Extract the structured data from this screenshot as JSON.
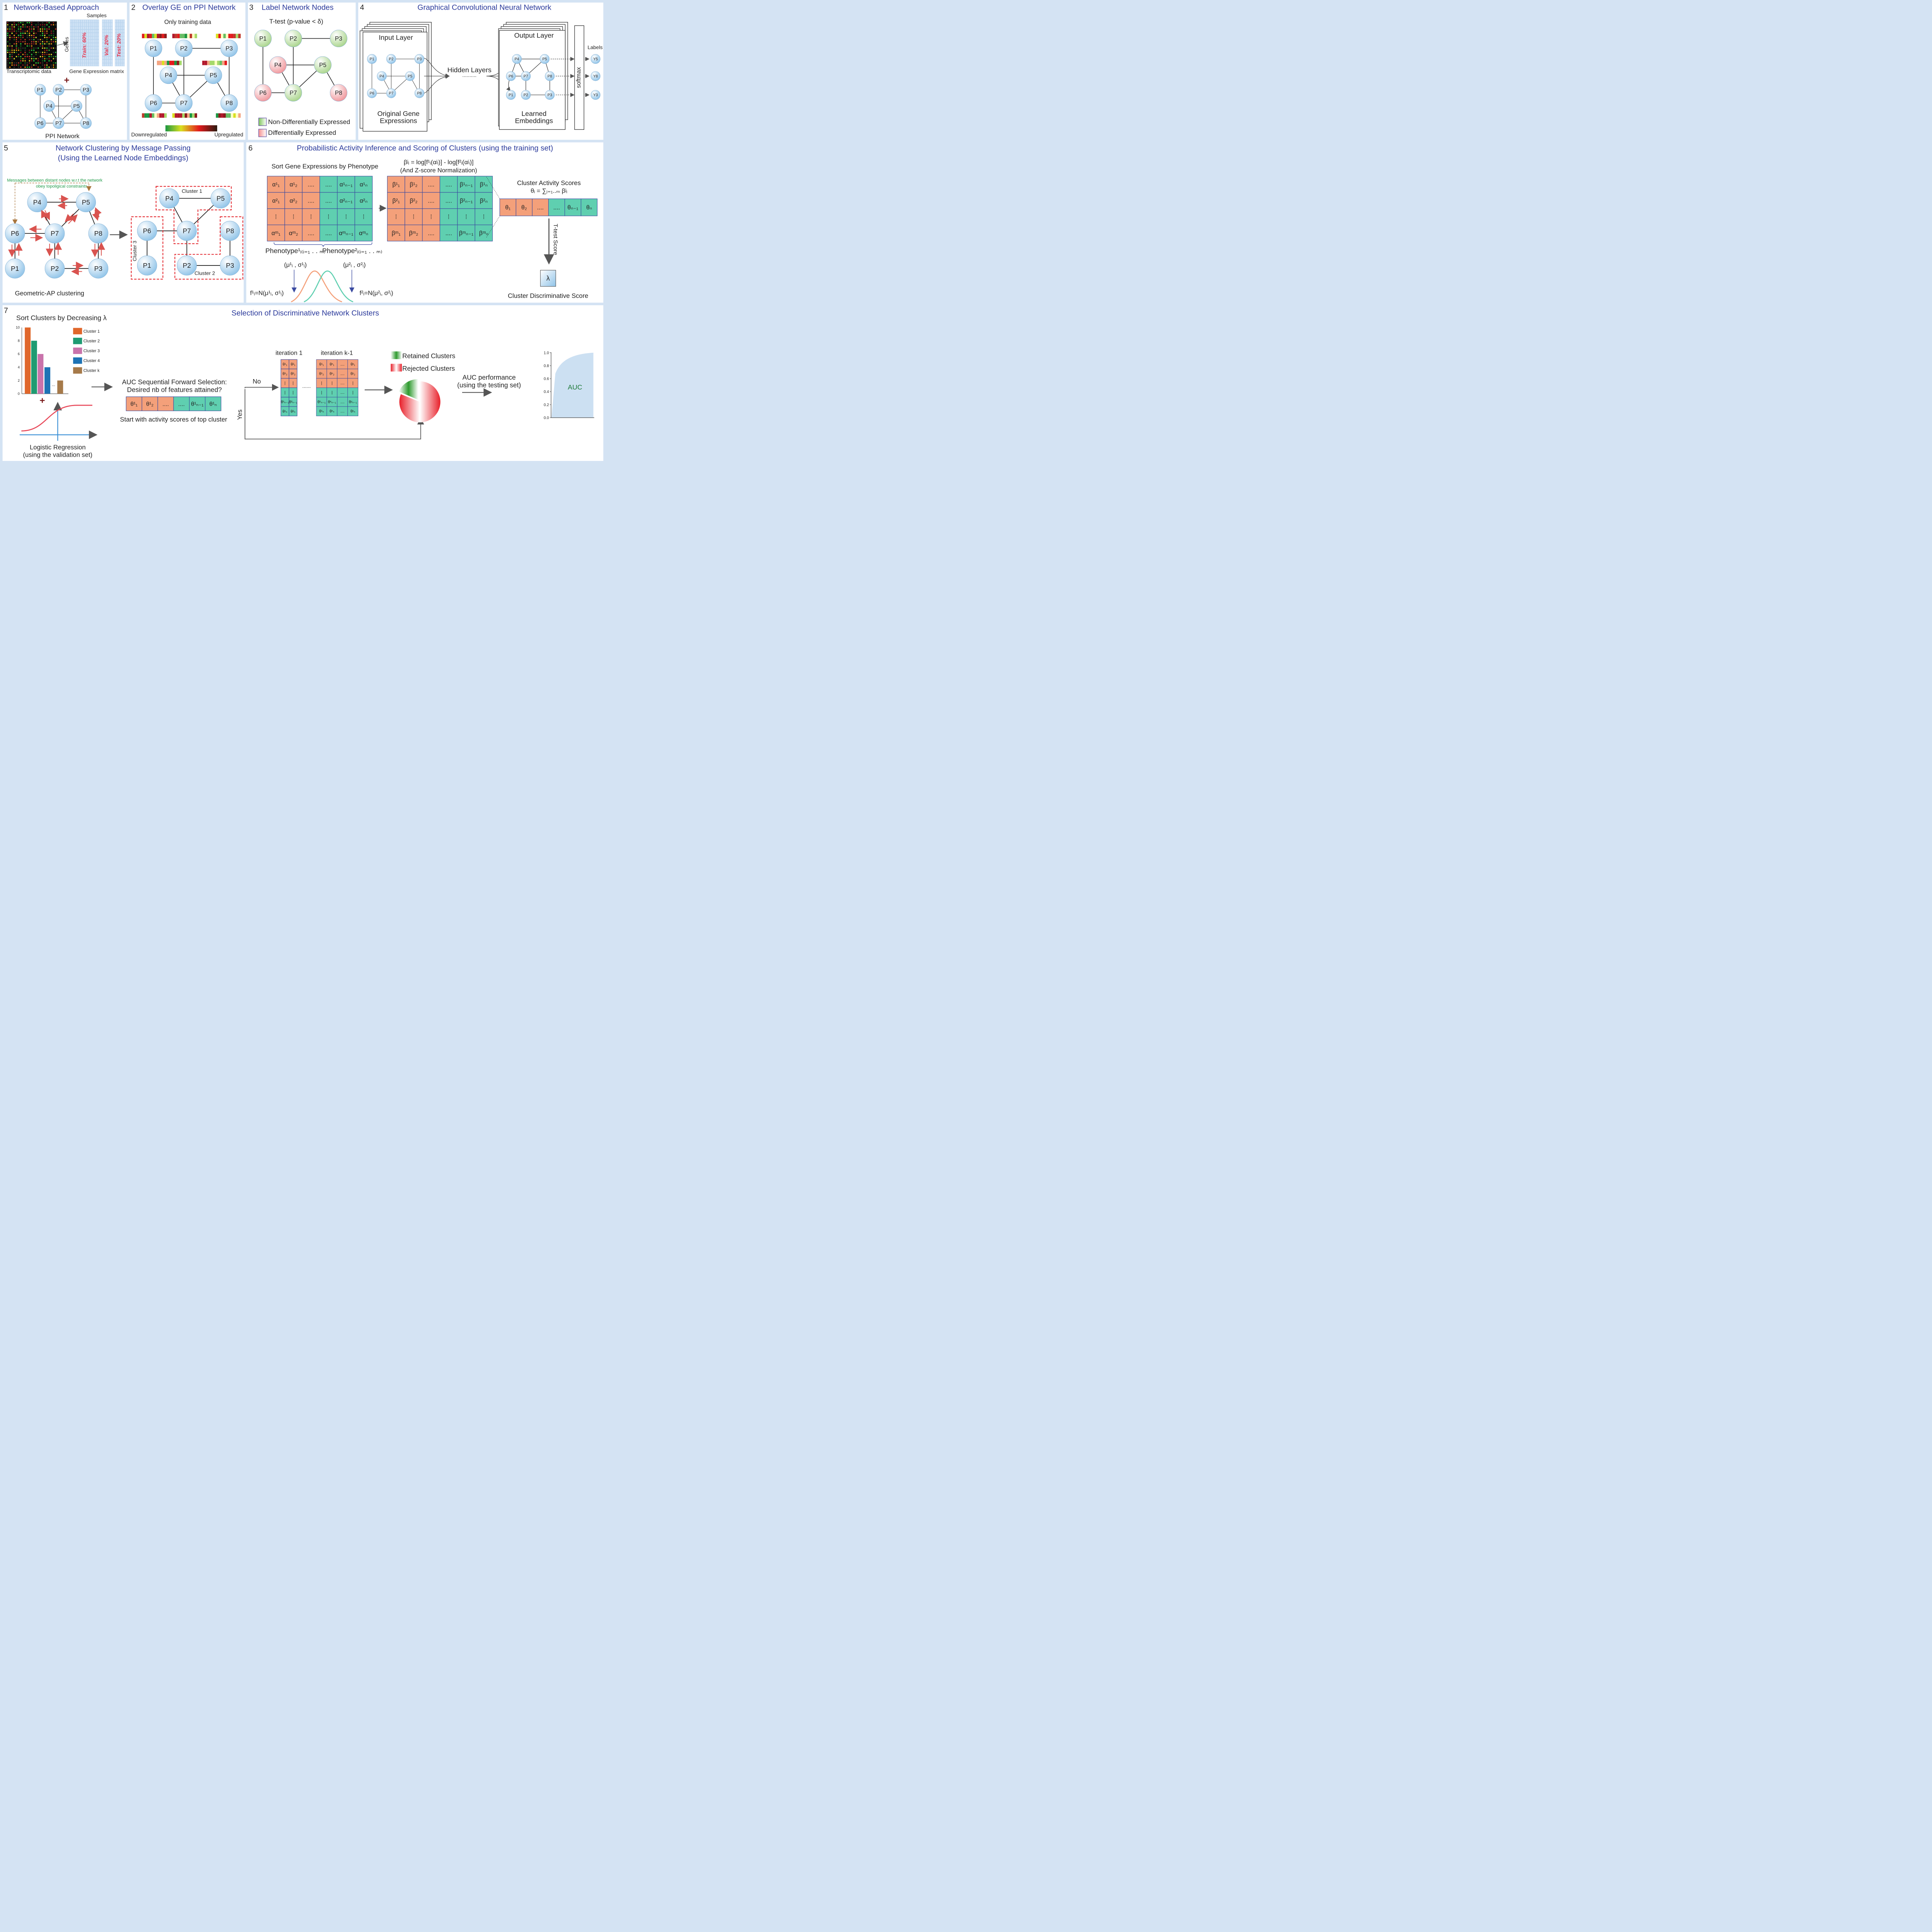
{
  "colors": {
    "background": "#d4e3f3",
    "panel": "#ffffff",
    "title_blue": "#2b3a9b",
    "orange": "#f4a07a",
    "teal": "#5fcfb0",
    "arrow_red": "#d9534f",
    "node_fill": "#a9d1ee",
    "dashed_red": "#e21d24",
    "green_text": "#1f9a48"
  },
  "panels": {
    "p1": {
      "number": "1",
      "title": "Network-Based Approach",
      "samples": "Samples",
      "genes": "Genes",
      "train": "Train: 60%",
      "val": "Val: 20%",
      "test": "Test: 20%",
      "transcriptomic": "Transcriptomic data",
      "matrix": "Gene Expression matrix",
      "plus": "+",
      "network": "PPI Network"
    },
    "p2": {
      "number": "2",
      "title": "Overlay GE on PPI Network",
      "subtitle": "Only training data",
      "down": "Downregulated",
      "up": "Upregulated"
    },
    "p3": {
      "number": "3",
      "title": "Label Network Nodes",
      "subtitle": "T-test (p-value < δ)",
      "legend_non": "Non-Differentially Expressed",
      "legend_diff": "Differentially Expressed"
    },
    "p4": {
      "number": "4",
      "title": "Graphical Convolutional Neural Network",
      "input": "Input Layer",
      "output": "Output Layer",
      "hidden": "Hidden Layers",
      "dots": "..........",
      "original1": "Original Gene",
      "original2": "Expressions",
      "learned1": "Learned",
      "learned2": "Embeddings",
      "softmax": "softmax",
      "labels": "Labels",
      "y5": "Y5",
      "y8": "Y8",
      "y3": "Y3"
    },
    "p5": {
      "number": "5",
      "title1": "Network Clustering by Message Passing",
      "title2": "(Using the Learned Node Embeddings)",
      "msg1": "Messages between distant nodes w.r.t the network",
      "msg2": "obey topoligical constraints",
      "cluster1": "Cluster 1",
      "cluster2": "Cluster 2",
      "cluster3": "Cluster 3",
      "caption": "Geometric-AP clustering"
    },
    "p6": {
      "number": "6",
      "title": "Probabilistic Activity Inference and Scoring of Clusters (using the training set)",
      "sort": "Sort Gene Expressions by Phenotype",
      "beta_formula": "βʲᵢ = log[f¹ᵢ(αʲᵢ)] - log[f²ᵢ(αʲᵢ)]",
      "znorm": "(And Z-score Normalization)",
      "activity": "Cluster Activity Scores",
      "theta_formula": "θᵢ = ∑ⱼ₌₁..ₘ βʲᵢ",
      "pheno1": "Phenotype¹ᵢ₍ᵢ₌₁ . . ₘ₎",
      "pheno2": "Phenotype²ᵢ₍ᵢ₌₁ . . ₘ₎",
      "mu1": "(μ¹ᵢ , σ¹ᵢ)",
      "mu2": "(μ²ᵢ , σ²ᵢ)",
      "f1": "f¹ᵢ=N(μ¹ᵢ, σ¹ᵢ)",
      "f2": "f²ᵢ=N(μ²ᵢ, σ²ᵢ)",
      "ttest": "T-test Score",
      "lambda": "λ",
      "discrim": "Cluster Discriminative Score"
    },
    "p7": {
      "number": "7",
      "title": "Selection of Discriminative Network Clusters",
      "sort": "Sort Clusters by Decreasing λ",
      "legend": [
        "Cluster 1",
        "Cluster 2",
        "Cluster 3",
        "Cluster 4",
        "Cluster k"
      ],
      "bar_dots": "...",
      "plus": "+",
      "logreg1": "Logistic Regression",
      "logreg2": "(using the validation set)",
      "auc_sfs1": "AUC Sequential Forward Selection:",
      "auc_sfs2": "Desired nb of features attained?",
      "start": "Start with activity scores of top cluster",
      "no": "No",
      "yes": "Yes",
      "iter1": "iteration 1",
      "iterk": "iteration k-1",
      "retained": "Retained Clusters",
      "rejected": "Rejected Clusters",
      "auc_perf1": "AUC performance",
      "auc_perf2": "(using the testing set)",
      "auc": "AUC",
      "auc_ticks": [
        "1.0",
        "0.8",
        "0.6",
        "0.4",
        "0.2",
        "0.0"
      ]
    }
  },
  "nodes": [
    "P1",
    "P2",
    "P3",
    "P4",
    "P5",
    "P6",
    "P7",
    "P8"
  ],
  "chart_data": {
    "type": "bar",
    "categories": [
      "Cluster 1",
      "Cluster 2",
      "Cluster 3",
      "Cluster 4",
      "Cluster k"
    ],
    "values": [
      10,
      8,
      6,
      4,
      2
    ],
    "ylim": [
      0,
      10
    ],
    "yticks": [
      "10",
      "8",
      "6",
      "4",
      "2",
      "0"
    ],
    "colors": [
      "#e0672b",
      "#1f9b72",
      "#c973ab",
      "#1d73b5",
      "#a67a4a"
    ]
  },
  "symbols": {
    "alpha": [
      "α¹₁",
      "α¹₂",
      "....",
      "....",
      "α¹ₙ₋₁",
      "α¹ₙ",
      "α²₁",
      "α²₂",
      "....",
      "....",
      "α²ₙ₋₁",
      "α²ₙ",
      "⁞",
      "⁞",
      "⁞",
      "⁞",
      "⁞",
      "⁞",
      "αᵐ₁",
      "αᵐ₂",
      "....",
      "....",
      "αᵐₙ₋₁",
      "αᵐₙ"
    ],
    "beta": [
      "β¹₁",
      "β¹₂",
      "....",
      "....",
      "β¹ₙ₋₁",
      "β¹ₙ",
      "β²₁",
      "β²₂",
      "....",
      "....",
      "β²ₙ₋₁",
      "β²ₙ",
      "⁞",
      "⁞",
      "⁞",
      "⁞",
      "⁞",
      "⁞",
      "βᵐ₁",
      "βᵐ₂",
      "....",
      "....",
      "βᵐₙ₋₁",
      "βᵐₙ"
    ],
    "theta": [
      "θ₁",
      "θ₂",
      "....",
      "....",
      "θₙ₋₁",
      "θₙ"
    ],
    "theta_top": [
      "θ¹₁",
      "θ¹₂",
      "....",
      "....",
      "θ¹ₙ₋₁",
      "θ¹ₙ"
    ],
    "iter1": [
      "θ¹₁",
      "θ²₁",
      "θ¹₂",
      "θ²₂",
      "|",
      "|",
      "|",
      "|",
      "θ¹ₙ₋₁",
      "θ²ₙ₋₁",
      "θ¹ₙ",
      "θ²ₙ"
    ],
    "iterk": [
      "θ¹₁",
      "θˣ₁",
      "....",
      "θʸ₁",
      "θ¹₂",
      "θˣ₂",
      "....",
      "θʸ₂",
      "|",
      "|",
      "....",
      "|",
      "|",
      "|",
      "....",
      "|",
      "θ¹ₙ₋₁",
      "θˣₙ₋₁",
      "....",
      "θʸₙ₋₁",
      "θ¹ₙ",
      "θˣₙ",
      "....",
      "θʸₙ"
    ]
  }
}
